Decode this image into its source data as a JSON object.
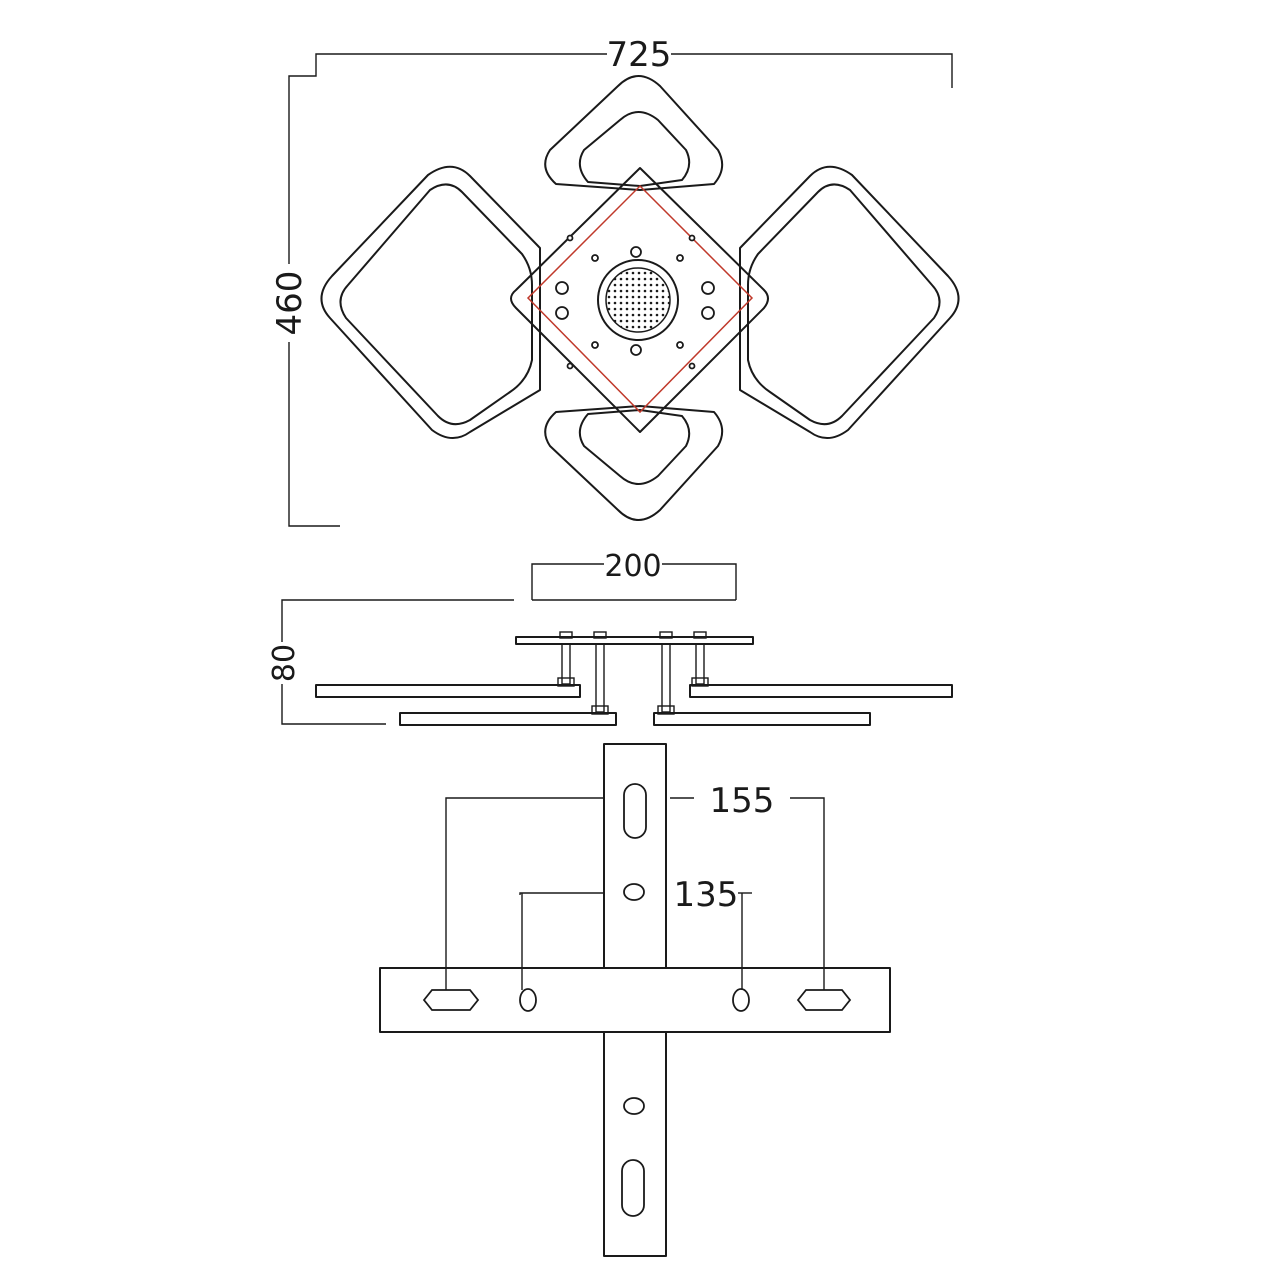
{
  "dimensions": {
    "top_width": "725",
    "top_height": "460",
    "side_width": "200",
    "side_height": "80",
    "bracket_outer": "155",
    "bracket_inner": "135"
  },
  "colors": {
    "line": "#1a1a1a",
    "accent": "#c0392b",
    "background": "#ffffff"
  }
}
